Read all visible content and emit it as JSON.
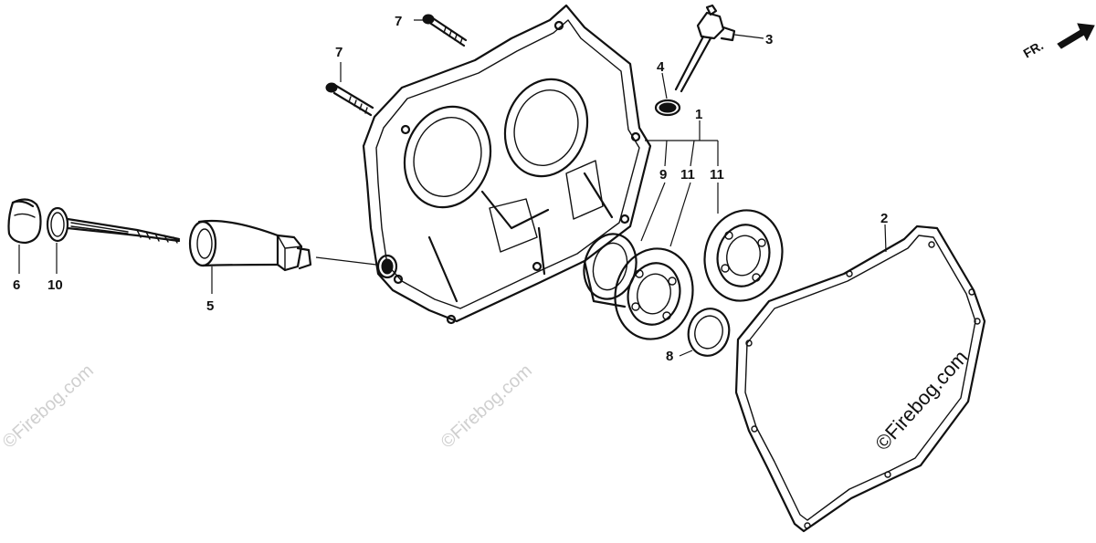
{
  "diagram": {
    "callouts": [
      "1",
      "2",
      "3",
      "4",
      "5",
      "6",
      "7",
      "7",
      "8",
      "9",
      "10",
      "11",
      "11"
    ],
    "direction_label": "FR.",
    "watermark_main": "©Firebog.com",
    "watermarks": [
      "©Firebog.com",
      "©Firebog.com"
    ]
  },
  "colors": {
    "line": "#111111",
    "background": "#ffffff",
    "watermark": "#cfcfcf"
  }
}
